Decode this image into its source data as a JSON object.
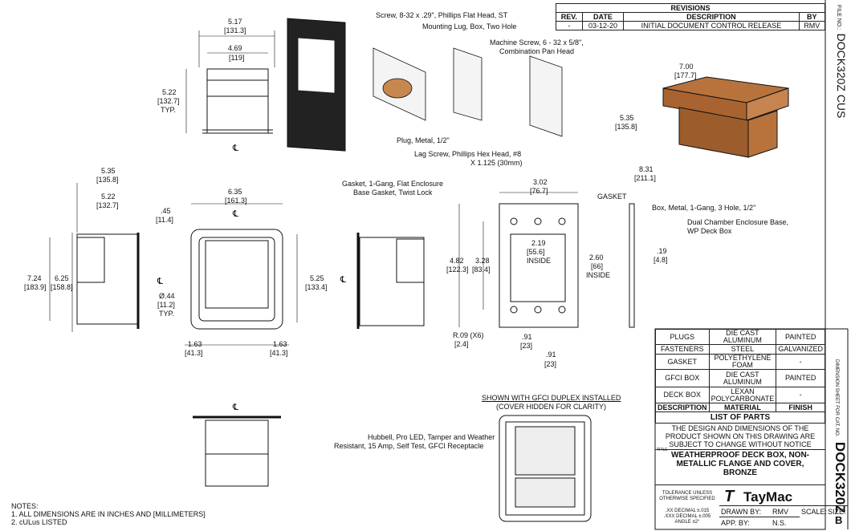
{
  "revisions": {
    "title": "REVISIONS",
    "headers": [
      "REV.",
      "DATE",
      "DESCRIPTION",
      "BY"
    ],
    "rows": [
      [
        "-",
        "03-12-20",
        "INITIAL DOCUMENT CONTROL RELEASE",
        "RMV"
      ]
    ]
  },
  "file_no": {
    "label": "FILE NO.:",
    "value": "DOCK320Z CUS"
  },
  "callouts": {
    "screw": "Screw, 8-32 x .29\", Phillips Flat Head, ST",
    "lug": "Mounting Lug, Box, Two Hole",
    "machine_screw": "Machine Screw, 6 - 32 x 5/8\",",
    "machine_screw2": "Combination Pan Head",
    "plug": "Plug, Metal, 1/2\"",
    "lag1": "Lag Screw,  Phillips Hex Head, #8",
    "lag2": "X 1.125 (30mm)",
    "gasket1": "Gasket, 1-Gang, Flat Enclosure",
    "gasket2": "Base Gasket, Twist Lock",
    "gasket_label": "GASKET",
    "box": "Box, Metal, 1-Gang, 3 Hole, 1/2\"",
    "base1": "Dual Chamber Enclosure Base,",
    "base2": "WP Deck Box",
    "gfci_title": "SHOWN WITH GFCI DUPLEX INSTALLED",
    "gfci_sub": "(COVER HIDDEN FOR CLARITY)",
    "hubbell1": "Hubbell, Pro LED, Tamper and Weather",
    "hubbell2": "Resistant, 15 Amp, Self Test, GFCI Receptacle"
  },
  "dims": {
    "d517": "5.17",
    "d1313": "[131.3]",
    "d469": "4.69",
    "d119": "[119]",
    "d522": "5.22",
    "d1327": "[132.7]",
    "typ": "TYP.",
    "cl": "℄",
    "d535": "5.35",
    "d1358": "[135.8]",
    "d522b": "5.22",
    "d1327b": "[132.7]",
    "d45": ".45",
    "d114": "[11.4]",
    "d724": "7.24",
    "d1839": "[183.9]",
    "d625": "6.25",
    "d1588": "[158.8]",
    "d635": "6.35",
    "d1613": "[161.3]",
    "d44": "Ø.44",
    "d112": "[11.2]",
    "typ2": "TYP.",
    "d525": "5.25",
    "d1334": "[133.4]",
    "d163a": "1.63",
    "d413a": "[41.3]",
    "d163b": "1.63",
    "d413b": "[41.3]",
    "d302": "3.02",
    "d767": "[76.7]",
    "d482": "4.82",
    "d1223": "[122.3]",
    "d328": "3.28",
    "d834": "[83.4]",
    "d219": "2.19",
    "d556": "[55.6]",
    "inside": "INSIDE",
    "d260": "2.60",
    "d66": "[66]",
    "inside2": "INSIDE",
    "d19": ".19",
    "d48": "[4.8]",
    "r09": "R.09 (X6)",
    "d24": "[2.4]",
    "d91a": ".91",
    "d23a": "[23]",
    "d91b": ".91",
    "d23b": "[23]",
    "d700": "7.00",
    "d1777": "[177.7]",
    "d535b": "5.35",
    "d1358b": "[135.8]",
    "d831": "8.31",
    "d2111": "[211.1]"
  },
  "parts": {
    "rows": [
      [
        "PLUGS",
        "DIE CAST ALUMINUM",
        "PAINTED"
      ],
      [
        "FASTENERS",
        "STEEL",
        "GALVANIZED"
      ],
      [
        "GASKET",
        "POLYETHYLENE FOAM",
        "-"
      ],
      [
        "GFCI BOX",
        "DIE CAST ALUMINUM",
        "PAINTED"
      ],
      [
        "DECK BOX",
        "LEXAN POLYCARBONATE",
        "-"
      ]
    ],
    "headers": [
      "DESCRIPTION",
      "MATERIAL",
      "FINISH"
    ],
    "title": "LIST OF PARTS"
  },
  "title_block": {
    "notice1": "THE DESIGN AND DIMENSIONS OF THE",
    "notice2": "PRODUCT SHOWN ON THIS DRAWING ARE",
    "notice3": "SUBJECT TO CHANGE WITHOUT NOTICE",
    "title_label": "TITLE",
    "title1": "WEATHERPROOF DECK BOX, NON-",
    "title2": "METALLIC FLANGE AND COVER,",
    "title3": "BRONZE",
    "tol1": "TOLERANCE UNLESS",
    "tol2": "OTHERWISE SPECIFIED",
    "tol3": ".XX DECIMAL ±.015",
    "tol4": ".XXX DECIMAL ±.005",
    "tol5": "ANGLE ±2°",
    "logo": "TayMac",
    "drawn_label": "DRAWN BY:",
    "drawn_val": "RMV",
    "scale_label": "SCALE:",
    "size_label": "SIZE:",
    "app_label": "APP. BY:",
    "app_val": "N.S.",
    "size_val": "B",
    "side_label": "DIMENSION SHEET FOR CAT. NO.",
    "side_no": "DOCK320Z"
  },
  "notes": {
    "title": "NOTES:",
    "n1": "1.  ALL DIMENSIONS ARE IN INCHES AND [MILLIMETERS]",
    "n2": "2.  cULus  LISTED"
  },
  "colors": {
    "bronze": "#b8733d",
    "line": "#111111"
  }
}
